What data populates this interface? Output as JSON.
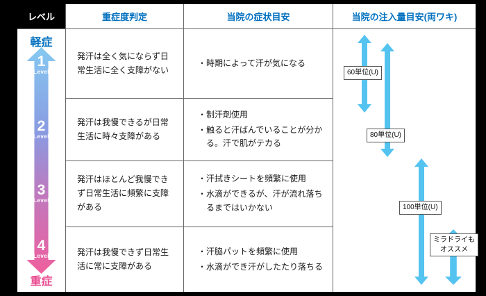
{
  "colors": {
    "header-blue": "#0070bf",
    "mild-blue": "#0070bf",
    "severe-pink": "#e9498f",
    "arrow-cyan": "#54c3f0",
    "grad-top": "#85c9f1",
    "grad-mid1": "#8a9ae1",
    "grad-mid2": "#c178bd",
    "grad-bottom": "#ef5f9d",
    "border": "#666666",
    "text": "#1a1a1a"
  },
  "header": {
    "level": "レベル",
    "judgment": "重症度判定",
    "symptoms": "当院の症状目安",
    "injection": "当院の注入量目安(両ワキ)"
  },
  "level_axis": {
    "mild": "軽症",
    "severe": "重症",
    "levels": [
      {
        "num": "1",
        "label": "Level"
      },
      {
        "num": "2",
        "label": "Level"
      },
      {
        "num": "3",
        "label": "Level"
      },
      {
        "num": "4",
        "label": "Level"
      }
    ]
  },
  "rows": [
    {
      "level": "1",
      "judgment": "発汗は全く気にならず日常生活に全く支障がない",
      "symptoms": [
        "・時期によって汗が気になる"
      ]
    },
    {
      "level": "2",
      "judgment": "発汗は我慢できるが日常生活に時々支障がある",
      "symptoms": [
        "・制汗剤使用",
        "・触ると汗ばんでいることが分かる。汗で肌がテカる"
      ]
    },
    {
      "level": "3",
      "judgment": "発汗はほとんど我慢できず日常生活に頻繁に支障がある",
      "symptoms": [
        "・汗拭きシートを頻繁に使用",
        "・水滴ができるが、汗が流れ落ちるまではいかない"
      ]
    },
    {
      "level": "4",
      "judgment": "発汗は我慢できず日常生活に常に支障がある",
      "symptoms": [
        "・汗脇パットを頻繁に使用",
        "・水滴ができ汗がしたたり落ちる"
      ]
    }
  ],
  "injection": {
    "labels": [
      {
        "text": "60単位(U)"
      },
      {
        "text": "80単位(U)"
      },
      {
        "text": "100単位(U)"
      },
      {
        "lines": [
          "ミラドライも",
          "オススメ"
        ]
      }
    ]
  }
}
